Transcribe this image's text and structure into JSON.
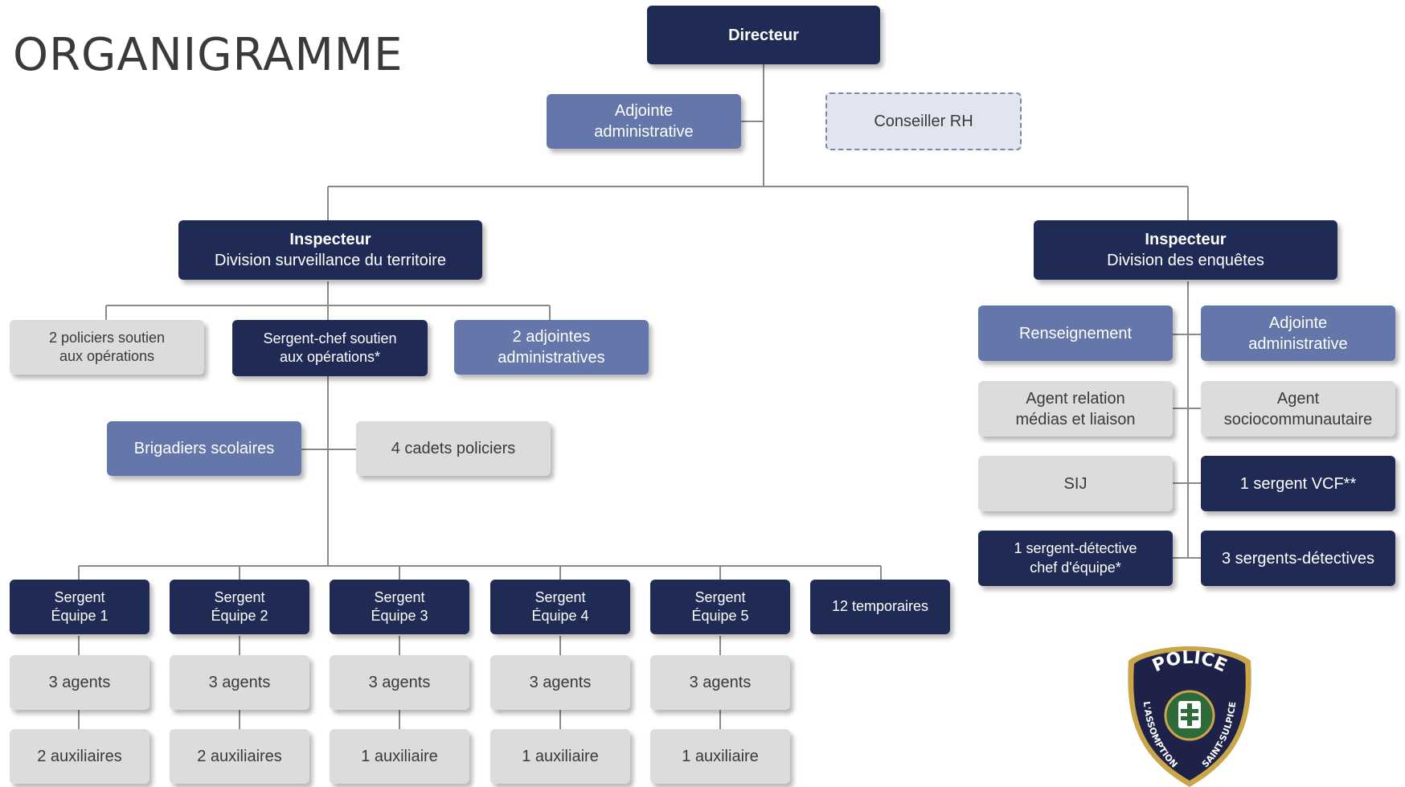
{
  "title": "ORGANIGRAMME",
  "directeur": "Directeur",
  "adjointe_admin": [
    "Adjointe",
    "administrative"
  ],
  "conseiller_rh": "Conseiller RH",
  "inspecteur_territoire": {
    "title": "Inspecteur",
    "division": "Division surveillance du territoire"
  },
  "inspecteur_enquetes": {
    "title": "Inspecteur",
    "division": "Division des enquêtes"
  },
  "territoire": {
    "policiers_soutien": [
      "2 policiers soutien",
      "aux opérations"
    ],
    "sergent_chef": [
      "Sergent-chef soutien",
      "aux opérations*"
    ],
    "adjointes": [
      "2 adjointes",
      "administratives"
    ],
    "brigadiers": "Brigadiers scolaires",
    "cadets": "4 cadets policiers",
    "temporaires": "12 temporaires",
    "teams": [
      {
        "line1": "Sergent",
        "line2": "Équipe 1",
        "agents": "3 agents",
        "aux": "2 auxiliaires"
      },
      {
        "line1": "Sergent",
        "line2": "Équipe 2",
        "agents": "3 agents",
        "aux": "2 auxiliaires"
      },
      {
        "line1": "Sergent",
        "line2": "Équipe 3",
        "agents": "3 agents",
        "aux": "1 auxiliaire"
      },
      {
        "line1": "Sergent",
        "line2": "Équipe 4",
        "agents": "3 agents",
        "aux": "1 auxiliaire"
      },
      {
        "line1": "Sergent",
        "line2": "Équipe 5",
        "agents": "3 agents",
        "aux": "1 auxiliaire"
      }
    ]
  },
  "enquetes": {
    "renseignement": "Renseignement",
    "adjointe": [
      "Adjointe",
      "administrative"
    ],
    "agent_relation": [
      "Agent relation",
      "médias et liaison"
    ],
    "agent_socio": [
      "Agent",
      "sociocommunautaire"
    ],
    "sij": "SIJ",
    "sergent_vcf": "1 sergent VCF**",
    "sergent_detective_chef": [
      "1 sergent-détective",
      "chef d'équipe*"
    ],
    "sergents_detectives": "3 sergents-détectives"
  },
  "logo": {
    "top": "POLICE",
    "left": "L'ASSOMPTION",
    "right": "SAINT-SULPICE"
  },
  "colors": {
    "dark": "#1f2a55",
    "mid": "#6476aa",
    "light": "#dcdcdc",
    "line": "#8a8a8a"
  }
}
